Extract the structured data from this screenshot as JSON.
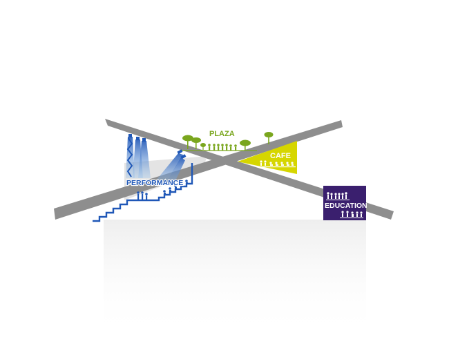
{
  "labels": {
    "plaza": "PLAZA",
    "cafe": "CAFE",
    "performance": "PERFORMANCE",
    "education": "EDUCATION"
  },
  "colors": {
    "beam": "#8e8e8e",
    "plaza": "#7aa61e",
    "cafe": "#d6d600",
    "performance": "#1f57b7",
    "performance_light": "#9cc4ec",
    "education": "#3a1f6e",
    "ground_shadow": "#f2f2f2"
  },
  "icons": {
    "plaza": "tree-and-people-icon",
    "cafe": "seated-people-icon",
    "performance": "stage-lights-icon",
    "education": "people-icon"
  }
}
